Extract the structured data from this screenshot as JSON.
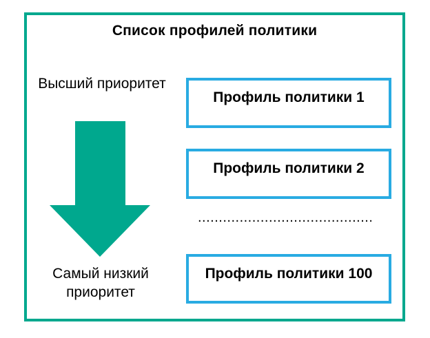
{
  "diagram": {
    "title": "Список профилей политики",
    "priority_high_label": "Высший приоритет",
    "priority_low_label": "Самый низкий приоритет",
    "profiles": [
      "Профиль политики 1",
      "Профиль политики 2",
      "Профиль политики 100"
    ],
    "ellipsis": "............................................",
    "colors": {
      "frame": "#00A88E",
      "arrow": "#00A88E",
      "profile_border": "#29ABE2",
      "text": "#000000",
      "background": "#FFFFFF"
    }
  }
}
